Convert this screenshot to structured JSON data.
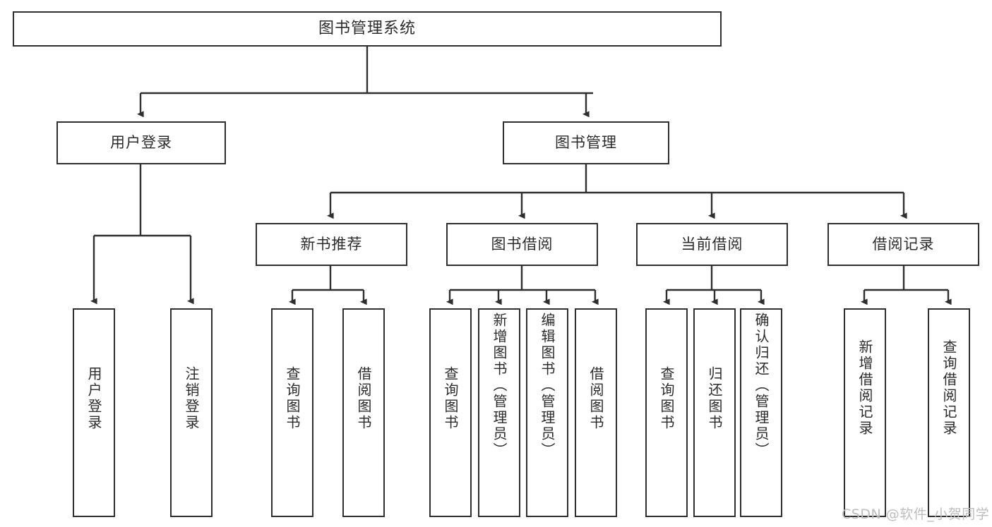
{
  "diagram": {
    "title_node": {
      "label": "图书管理系统"
    },
    "level1": [
      {
        "label": "用户登录"
      },
      {
        "label": "图书管理"
      }
    ],
    "level2": [
      {
        "label": "新书推荐"
      },
      {
        "label": "图书借阅"
      },
      {
        "label": "当前借阅"
      },
      {
        "label": "借阅记录"
      }
    ],
    "leaves": {
      "user_login": [
        {
          "label": "用户登录"
        },
        {
          "label": "注销登录"
        }
      ],
      "new_book": [
        {
          "label": "查询图书"
        },
        {
          "label": "借阅图书"
        }
      ],
      "book_borrow": [
        {
          "label": "查询图书"
        },
        {
          "label": "新增图书（管理员）"
        },
        {
          "label": "编辑图书（管理员）"
        },
        {
          "label": "借阅图书"
        }
      ],
      "current_borrow": [
        {
          "label": "查询图书"
        },
        {
          "label": "归还图书"
        },
        {
          "label": "确认归还（管理员）"
        }
      ],
      "borrow_record": [
        {
          "label": "新增借阅记录"
        },
        {
          "label": "查询借阅记录"
        }
      ]
    }
  },
  "watermark": {
    "text": "CSDN @软件_小贺同学"
  },
  "colors": {
    "stroke": "#2f2f2f",
    "text": "#2b2b2b",
    "background": "#ffffff",
    "watermark": "#bdbdbd"
  }
}
